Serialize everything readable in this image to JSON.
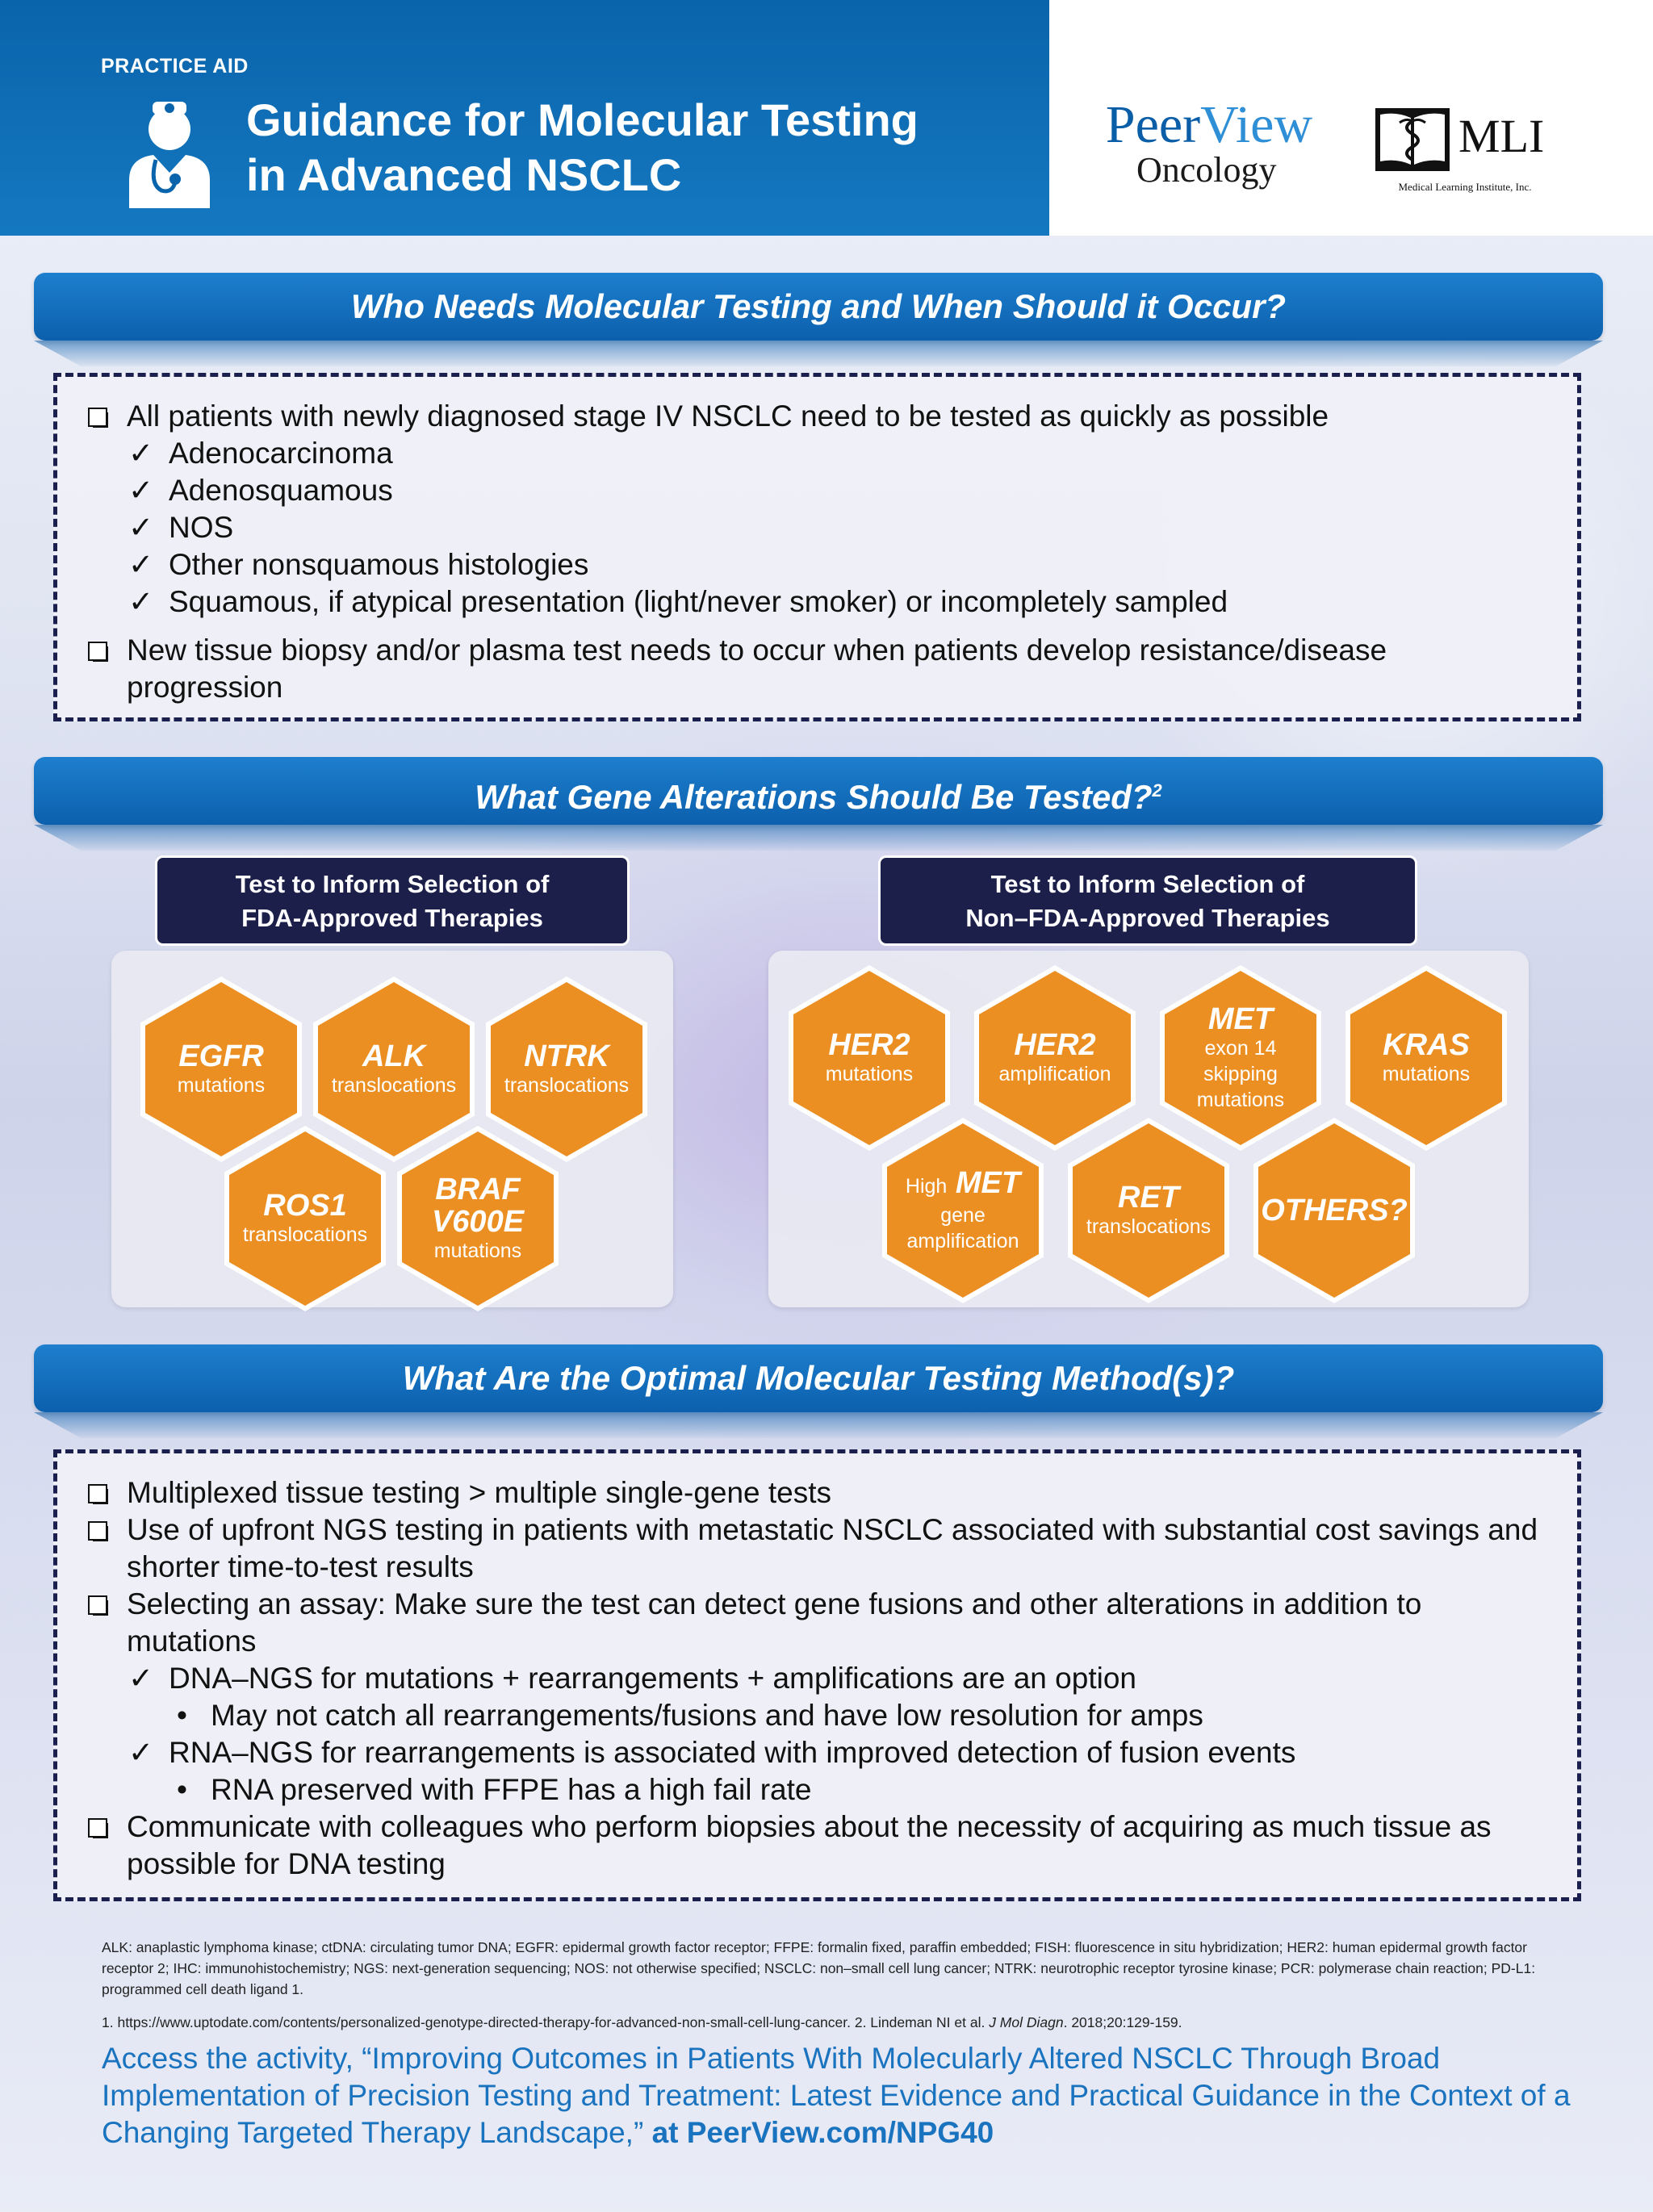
{
  "header": {
    "practice_aid": "PRACTICE AID",
    "title_line1": "Guidance for Molecular Testing",
    "title_line2": "in Advanced NSCLC",
    "peerview_a": "Peer",
    "peerview_b": "View",
    "peerview_sub": "Oncology",
    "mli": "MLI",
    "mli_sub": "Medical Learning Institute, Inc."
  },
  "section1": {
    "title": "Who Needs Molecular Testing and When Should it Occur?",
    "item1": "All patients with newly diagnosed stage IV NSCLC need to be tested as quickly as possible",
    "item1_subs": [
      "Adenocarcinoma",
      "Adenosquamous",
      "NOS",
      "Other nonsquamous histologies",
      "Squamous, if atypical presentation (light/never smoker) or incompletely sampled"
    ],
    "item2": "New tissue biopsy and/or plasma test needs to occur when patients develop resistance/disease progression"
  },
  "section2": {
    "title": "What Gene Alterations Should Be Tested?",
    "title_sup": "2",
    "left_label_1": "Test to Inform Selection of",
    "left_label_2": "FDA-Approved Therapies",
    "right_label_1": "Test to Inform Selection of",
    "right_label_2": "Non–FDA-Approved Therapies",
    "left_hexes": [
      {
        "big": "EGFR",
        "small": "mutations"
      },
      {
        "big": "ALK",
        "small": "translocations"
      },
      {
        "big": "NTRK",
        "small": "translocations"
      },
      {
        "big": "ROS1",
        "small": "translocations"
      },
      {
        "big": "BRAF V600E",
        "small": "mutations"
      }
    ],
    "right_hexes": [
      {
        "big": "HER2",
        "small": "mutations"
      },
      {
        "big": "HER2",
        "small": "amplification"
      },
      {
        "big": "MET",
        "small": "exon 14 skipping mutations"
      },
      {
        "big": "KRAS",
        "small": "mutations"
      },
      {
        "pre": "High",
        "big": "MET",
        "small": "gene amplification"
      },
      {
        "big": "RET",
        "small": "translocations"
      },
      {
        "big": "OTHERS?",
        "small": ""
      }
    ]
  },
  "section3": {
    "title": "What Are the Optimal Molecular Testing Method(s)?",
    "item1": "Multiplexed tissue testing > multiple single-gene tests",
    "item2": "Use of upfront NGS  testing in patients with metastatic NSCLC associated with substantial cost savings and shorter time-to-test results",
    "item3": "Selecting an assay: Make sure the test can detect gene fusions and other alterations in addition to mutations",
    "item3_sub1": "DNA–NGS for mutations + rearrangements + amplifications are an option",
    "item3_sub1_bullet": "May not catch all rearrangements/fusions and have low resolution for amps",
    "item3_sub2": "RNA–NGS for rearrangements is associated with improved detection of fusion events",
    "item3_sub2_bullet": "RNA preserved with FFPE has a high fail rate",
    "item4": "Communicate with colleagues who perform biopsies about the necessity of acquiring as much tissue as possible for DNA testing"
  },
  "footer": {
    "abbreviations": "ALK: anaplastic lymphoma kinase; ctDNA: circulating tumor DNA; EGFR: epidermal growth factor receptor; FFPE: formalin fixed, paraffin embedded; FISH: fluorescence in situ hybridization; HER2: human epidermal growth factor receptor 2; IHC: immunohistochemistry; NGS: next-generation sequencing; NOS: not otherwise specified; NSCLC: non–small cell lung cancer; NTRK: neurotrophic receptor tyrosine kinase; PCR: polymerase chain reaction; PD-L1: programmed cell death ligand 1.",
    "refs_a": "1. https://www.uptodate.com/contents/personalized-genotype-directed-therapy-for-advanced-non-small-cell-lung-cancer. 2. Lindeman NI et al. ",
    "refs_journal": "J Mol Diagn",
    "refs_b": ". 2018;20:129-159.",
    "access_text": "Access the activity, “Improving Outcomes in Patients With Molecularly Altered NSCLC Through Broad Implementation of Precision Testing and Treatment: Latest Evidence and Practical Guidance in the Context of a Changing Targeted Therapy Landscape,” ",
    "access_link": "at PeerView.com/NPG40"
  }
}
